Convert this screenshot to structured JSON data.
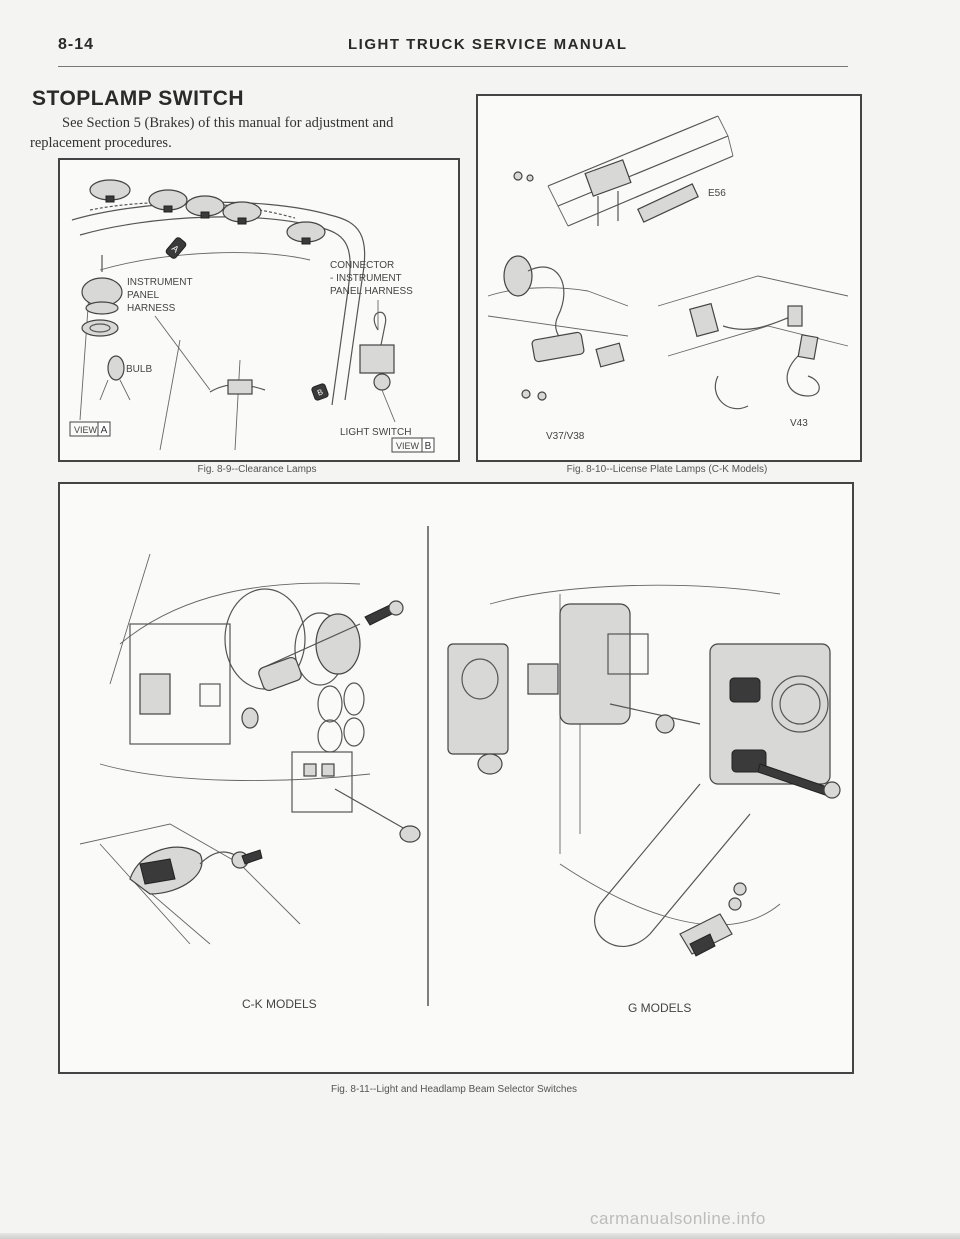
{
  "header": {
    "page_number": "8-14",
    "manual_title": "LIGHT TRUCK SERVICE MANUAL"
  },
  "section": {
    "title": "STOPLAMP SWITCH",
    "body": "See Section 5 (Brakes) of this manual for adjustment and replacement procedures."
  },
  "figures": {
    "fig_8_9": {
      "caption": "Fig. 8-9--Clearance Lamps",
      "labels": {
        "connector_1": "CONNECTOR",
        "connector_2": "- INSTRUMENT",
        "connector_3": "PANEL HARNESS",
        "harness_1": "INSTRUMENT",
        "harness_2": "PANEL",
        "harness_3": "HARNESS",
        "bulb": "BULB",
        "light_switch": "LIGHT SWITCH",
        "view_a_word": "VIEW",
        "view_a_letter": "A",
        "view_b_word": "VIEW",
        "view_b_letter": "B",
        "callout_a": "A",
        "callout_b": "B"
      }
    },
    "fig_8_10": {
      "caption": "Fig. 8-10--License Plate Lamps (C-K Models)",
      "labels": {
        "e56": "E56",
        "v37_v38": "V37/V38",
        "v43": "V43"
      }
    },
    "fig_8_11": {
      "caption": "Fig. 8-11--Light and Headlamp Beam Selector Switches",
      "labels": {
        "ck_models": "C-K MODELS",
        "g_models": "G MODELS"
      }
    }
  },
  "watermark": "carmanualsonline.info"
}
